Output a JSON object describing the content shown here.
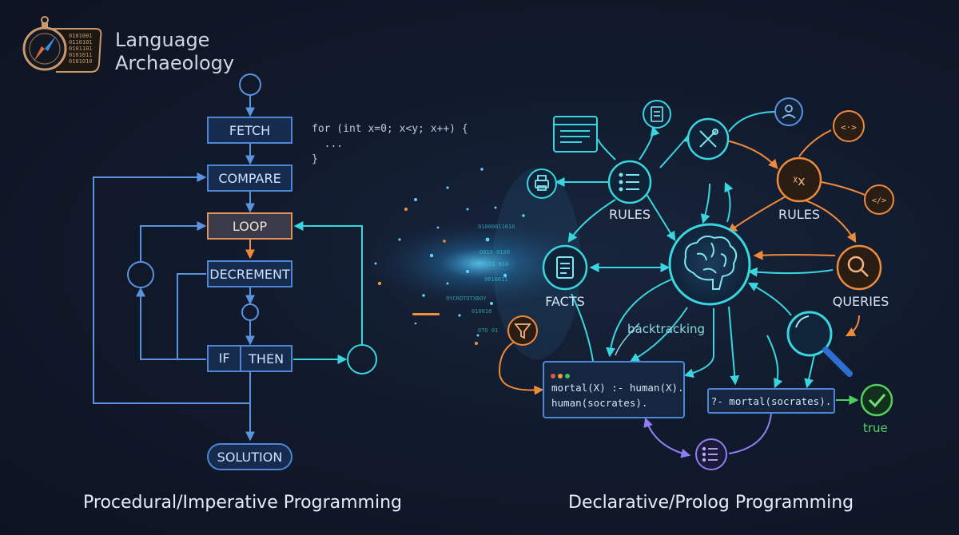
{
  "brand": {
    "line1": "Language",
    "line2": "Archaeology",
    "logo_icon": "compass-scroll-icon",
    "binary_lines": [
      "0101001",
      "0110101",
      "0101101",
      "0101011",
      "0101010"
    ]
  },
  "procedural": {
    "steps": {
      "fetch": "FETCH",
      "compare": "COMPARE",
      "loop": "LOOP",
      "decrement": "DECREMENT",
      "if": "IF",
      "then": "THEN",
      "solution": "SOLUTION"
    },
    "code": "for (int x=0; x<y; x++) {\n  ...\n}",
    "title": "Procedural/Imperative Programming"
  },
  "declarative": {
    "labels": {
      "rules_left": "RULES",
      "rules_right": "RULES",
      "facts": "FACTS",
      "queries": "QUERIES",
      "backtracking": "backtracking"
    },
    "program": "mortal(X) :- human(X).\nhuman(socrates).",
    "query": "?- mortal(socrates).",
    "result": "true",
    "title": "Declarative/Prolog Programming",
    "icons": [
      "brain-icon",
      "list-icon",
      "document-icon",
      "user-icon",
      "tools-icon",
      "code-icon",
      "translate-icon",
      "search-icon",
      "magnifier-icon",
      "check-icon",
      "filter-icon",
      "printer-icon",
      "browser-window-icon"
    ]
  },
  "colors": {
    "background": "#111a2c",
    "flow_blue": "#4f87d6",
    "loop_orange": "#e0915c",
    "cyan": "#3ad6e0",
    "orange": "#f08a3a",
    "green": "#4ed05c"
  }
}
